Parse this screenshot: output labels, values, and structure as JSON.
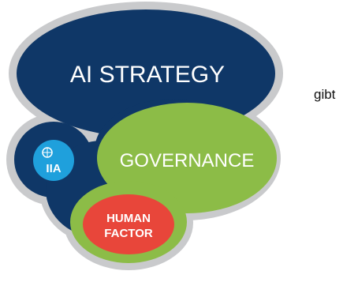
{
  "diagram": {
    "strategy_label": "AI STRATEGY",
    "governance_label": "GOVERNANCE",
    "human_line1": "HUMAN",
    "human_line2": "FACTOR",
    "logo_text": "IIA"
  },
  "side_text": "gibt",
  "colors": {
    "outline": "#c9cacc",
    "navy": "#0f3767",
    "green": "#8cbc47",
    "red": "#e8463a",
    "logo_blue": "#1fa0dc",
    "white": "#ffffff"
  }
}
